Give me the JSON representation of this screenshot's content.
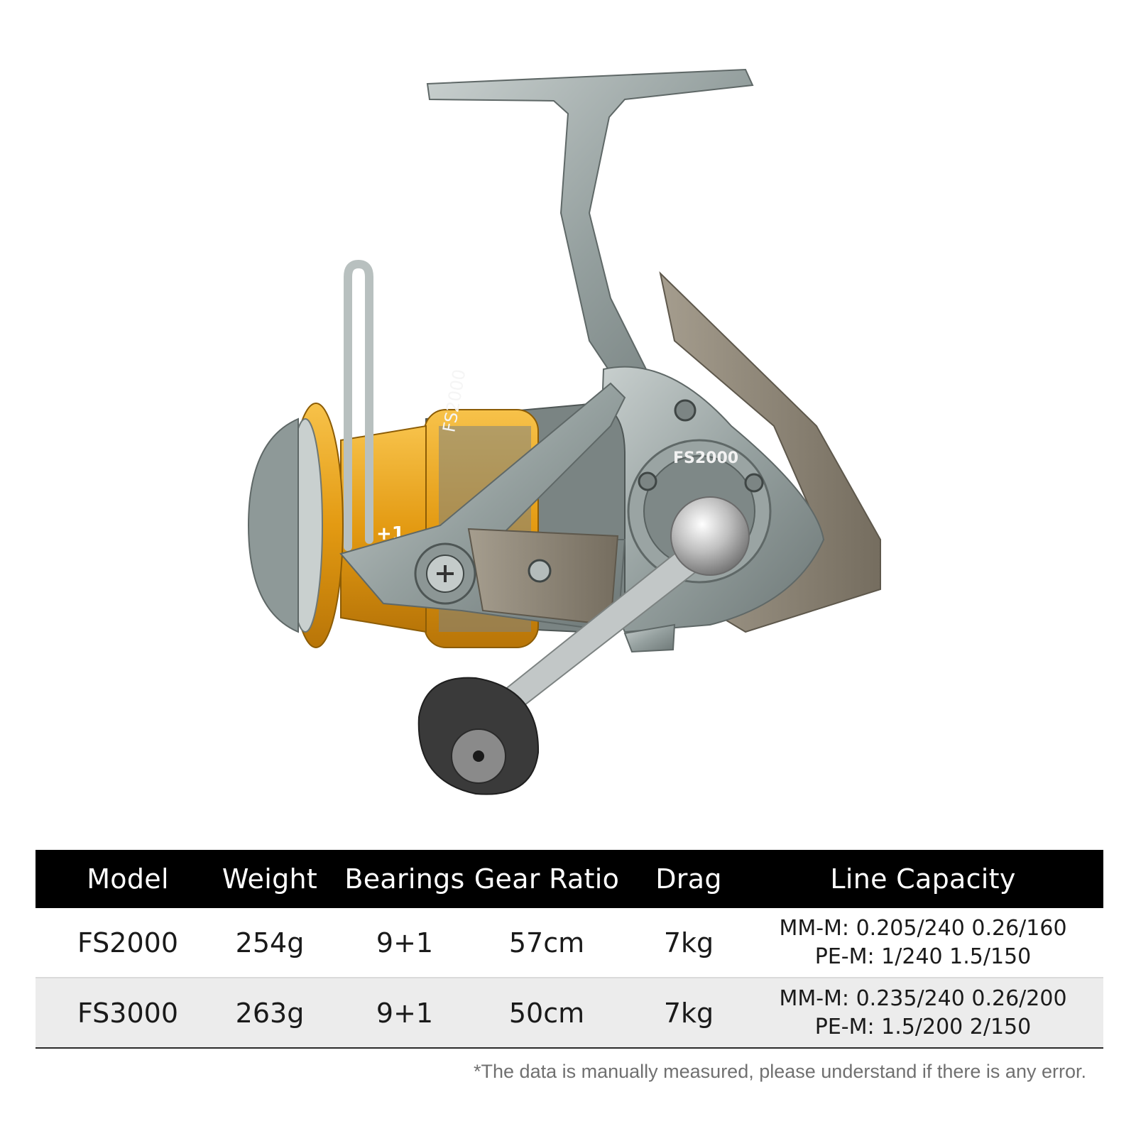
{
  "product": {
    "spool_label": "FS2000",
    "knob_label": "FS2000",
    "spool_bearing_mark": "+1",
    "colors": {
      "gold": "#e8a319",
      "silver": "#a7b0b0",
      "bronze": "#8a8272",
      "knob": "#3a3a3a"
    }
  },
  "table": {
    "headers": [
      "Model",
      "Weight",
      "Bearings",
      "Gear Ratio",
      "Drag",
      "Line Capacity"
    ],
    "rows": [
      {
        "model": "FS2000",
        "weight": "254g",
        "bearings": "9+1",
        "gear_ratio": "57cm",
        "drag": "7kg",
        "line_mm": "MM-M: 0.205/240 0.26/160",
        "line_pe": "PE-M: 1/240 1.5/150"
      },
      {
        "model": "FS3000",
        "weight": "263g",
        "bearings": "9+1",
        "gear_ratio": "50cm",
        "drag": "7kg",
        "line_mm": "MM-M: 0.235/240 0.26/200",
        "line_pe": "PE-M: 1.5/200 2/150"
      }
    ]
  },
  "footnote": "*The data is manually measured, please understand if there is any error."
}
